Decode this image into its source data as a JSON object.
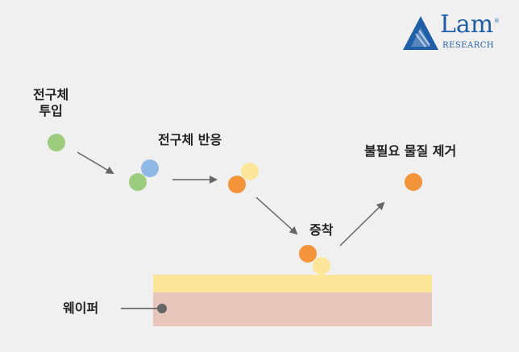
{
  "logo": {
    "name": "Lam",
    "subtitle": "RESEARCH",
    "registered": "®",
    "color": "#1f5fa8"
  },
  "labels": {
    "precursor_input_line1": "전구체",
    "precursor_input_line2": "투입",
    "precursor_reaction": "전구체 반응",
    "deposition": "증착",
    "removal": "불필요 물질 제거",
    "wafer": "웨이퍼"
  },
  "colors": {
    "green": "#9ccc7e",
    "blue": "#8fb8e6",
    "orange": "#f4943a",
    "yellow": "#fde59a",
    "wafer_top": "#fde59a",
    "wafer_body": "#e8c6bc",
    "arrow": "#666666"
  }
}
